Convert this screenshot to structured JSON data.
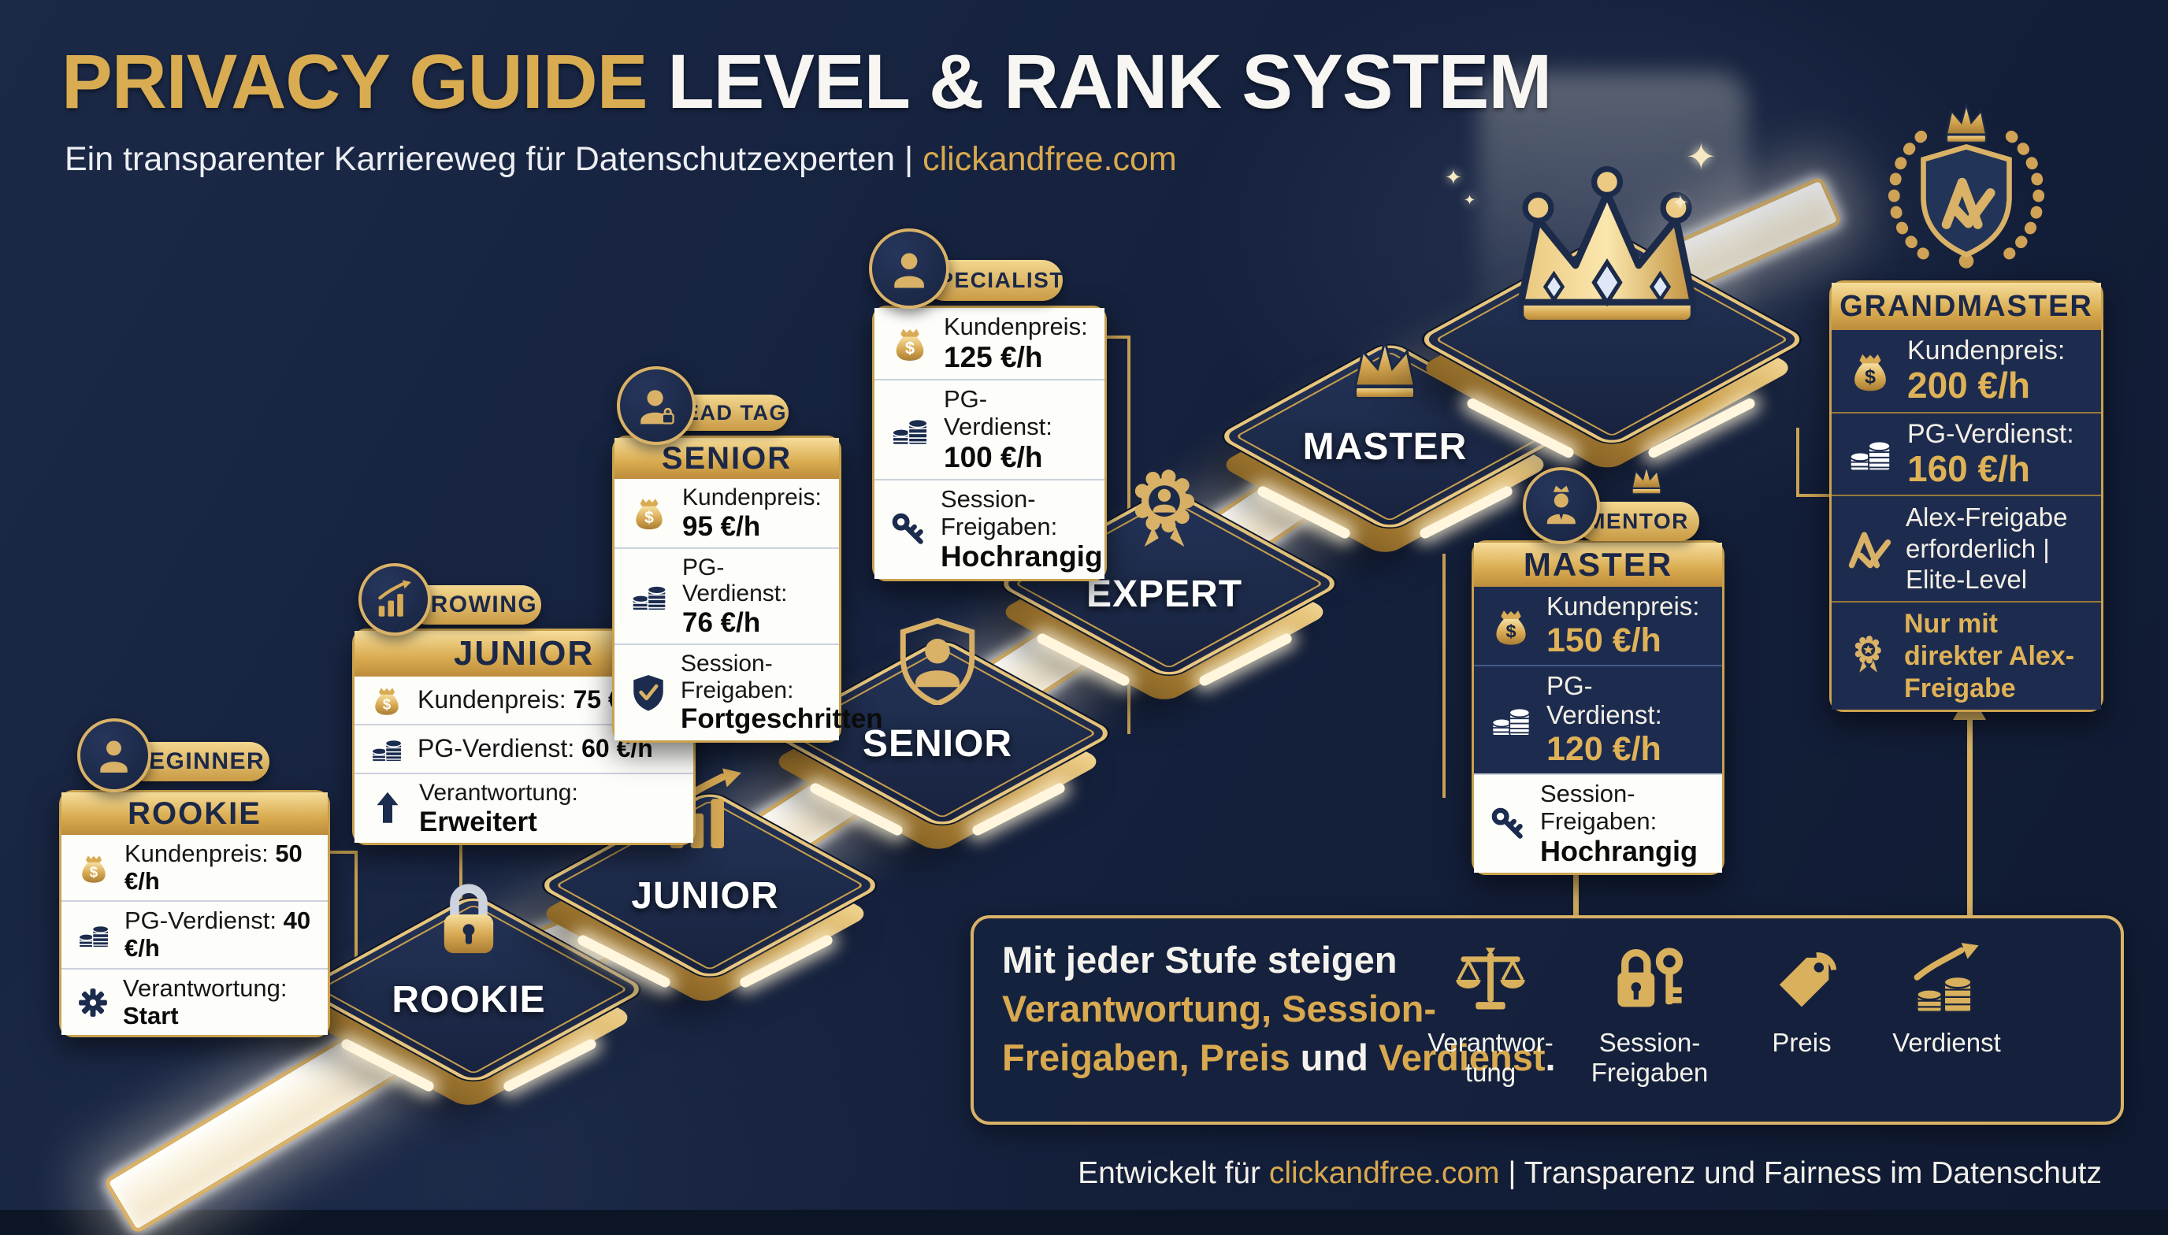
{
  "header": {
    "title_gold": "PRIVACY GUIDE",
    "title_white": "LEVEL & RANK SYSTEM",
    "subtitle_text": "Ein transparenter Karriereweg für Datenschutzexperten | ",
    "subtitle_link": "clickandfree.com"
  },
  "cards": {
    "rookie": {
      "badge": "BEGINNER",
      "title": "ROOKIE",
      "rows": [
        {
          "icon": "money-bag-icon",
          "label": "Kundenpreis:",
          "value": "50 €/h"
        },
        {
          "icon": "coins-icon",
          "label": "PG-Verdienst:",
          "value": "40 €/h"
        },
        {
          "icon": "gear-icon",
          "label": "Verantwortung:",
          "value": "Start"
        }
      ]
    },
    "junior": {
      "badge": "GROWING",
      "title": "JUNIOR",
      "rows": [
        {
          "icon": "money-bag-icon",
          "label": "Kundenpreis:",
          "value": "75 €/h"
        },
        {
          "icon": "coins-icon",
          "label": "PG-Verdienst:",
          "value": "60 €/h"
        },
        {
          "icon": "arrow-up-icon",
          "label": "Verantwortung:",
          "value": "Erweitert"
        }
      ]
    },
    "senior": {
      "badge": "LEAD TAG",
      "title": "SENIOR",
      "rows": [
        {
          "icon": "money-bag-icon",
          "label": "Kundenpreis:",
          "value": "95 €/h"
        },
        {
          "icon": "coins-icon",
          "label": "PG-Verdienst:",
          "value": "76 €/h"
        },
        {
          "icon": "shield-check-icon",
          "label": "Session-Freigaben:",
          "value": "Fortgeschritten"
        }
      ]
    },
    "specialist": {
      "badge": "SPECIALIST",
      "rows": [
        {
          "icon": "money-bag-icon",
          "label": "Kundenpreis:",
          "value": "125 €/h"
        },
        {
          "icon": "coins-icon",
          "label": "PG-Verdienst:",
          "value": "100 €/h"
        },
        {
          "icon": "key-icon",
          "label": "Session-Freigaben:",
          "value": "Hochrangig"
        }
      ]
    },
    "master": {
      "badge": "MENTOR",
      "title": "MASTER",
      "rows": [
        {
          "icon": "money-bag-icon",
          "label": "Kundenpreis:",
          "value": "150 €/h"
        },
        {
          "icon": "coins-icon",
          "label": "PG-Verdienst:",
          "value": "120 €/h"
        },
        {
          "icon": "key-icon",
          "label": "Session-Freigaben:",
          "value": "Hochrangig"
        }
      ]
    },
    "grandmaster": {
      "title": "GRANDMASTER",
      "rows": [
        {
          "icon": "money-bag-icon",
          "label": "Kundenpreis:",
          "value": "200 €/h"
        },
        {
          "icon": "coins-icon",
          "label": "PG-Verdienst:",
          "value": "160 €/h"
        },
        {
          "icon": "alex-check-icon",
          "label": "Alex-Freigabe erforderlich | Elite-Level",
          "value": ""
        },
        {
          "icon": "medal-icon",
          "label": "",
          "value": "Nur mit direkter Alex-Freigabe"
        }
      ]
    }
  },
  "platforms": [
    {
      "label": "ROOKIE",
      "icon": "lock-icon"
    },
    {
      "label": "JUNIOR",
      "icon": "growth-bars-icon"
    },
    {
      "label": "SENIOR",
      "icon": "shield-person-icon"
    },
    {
      "label": "EXPERT",
      "icon": "rosette-person-icon"
    },
    {
      "label": "MASTER",
      "icon": "crown-icon"
    },
    {
      "label": "",
      "icon": "crown-3d-icon"
    }
  ],
  "bottom_box": {
    "line1": "Mit jeder Stufe steigen",
    "line2": "Verantwortung, Session-",
    "line3_a": "Freigaben, Preis",
    "line3_b": " und ",
    "line3_c": "Verdienst",
    "line3_d": ".",
    "legend": [
      {
        "icon": "scales-icon",
        "line1": "Verantwor-",
        "line2": "tung"
      },
      {
        "icon": "lock-key-icon",
        "line1": "Session-",
        "line2": "Freigaben"
      },
      {
        "icon": "price-tag-icon",
        "line1": "Preis",
        "line2": ""
      },
      {
        "icon": "coins-growth-icon",
        "line1": "Verdienst",
        "line2": ""
      }
    ]
  },
  "footer": {
    "prefix": "Entwickelt für ",
    "link": "clickandfree.com",
    "suffix": " | Transparenz und Fairness im Datenschutz"
  },
  "colors": {
    "gold": "#d9ab55",
    "navy_bg": "#15213d",
    "card_navy": "#1d2c4e",
    "white": "#f5f3ee"
  }
}
